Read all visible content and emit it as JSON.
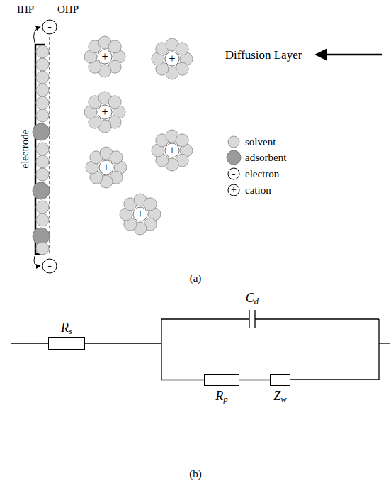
{
  "diagram": {
    "nodes": [
      {
        "text": [
          "Rs"
        ]
      },
      {
        "text": [
          "Rp"
        ]
      },
      {
        "text": [
          "Zw"
        ]
      }
    ],
    "edges": [
      {
        "from": 0,
        "to": 1,
        "arrow": "none"
      },
      {
        "from": 1,
        "to": 2,
        "arrow": "none"
      }
    ],
    "labels": [
      "IHP",
      "OHP",
      "-",
      "electrode",
      "+",
      "+",
      "+",
      "+",
      "+",
      "+",
      "-",
      "Diffusion Layer",
      "-",
      "+",
      "(a)",
      "Cd",
      "(b)"
    ],
    "legend": [
      {
        "text": "solvent"
      },
      {
        "text": "adsorbent"
      },
      {
        "text": "electron"
      },
      {
        "text": "cation"
      }
    ]
  }
}
